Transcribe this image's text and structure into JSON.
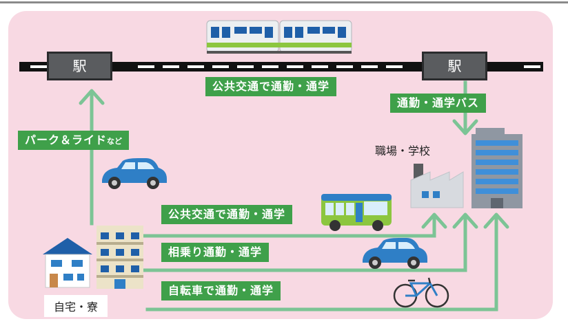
{
  "station_left": "駅",
  "station_right": "駅",
  "labels": {
    "rail": "公共交通で通勤・通学",
    "bus": "通勤・通学バス",
    "park_ride": "パーク＆ライド",
    "park_ride_suffix": "など",
    "public_transit": "公共交通で通勤・通学",
    "carpool": "相乗り通勤・通学",
    "bicycle": "自転車で通勤・通学"
  },
  "workplace": "職場・学校",
  "home": "自宅・寮",
  "colors": {
    "background": "#f8d9e3",
    "route_green": "#7cc495",
    "label_green": "#3fa04a",
    "station_gray": "#5a5c5f",
    "car_blue": "#2f7fc6",
    "train_green": "#8cc63f"
  },
  "icons": [
    "train-icon",
    "car-icon",
    "bus-icon",
    "bicycle-icon",
    "house-icon",
    "apartment-icon",
    "factory-icon",
    "office-building-icon"
  ]
}
